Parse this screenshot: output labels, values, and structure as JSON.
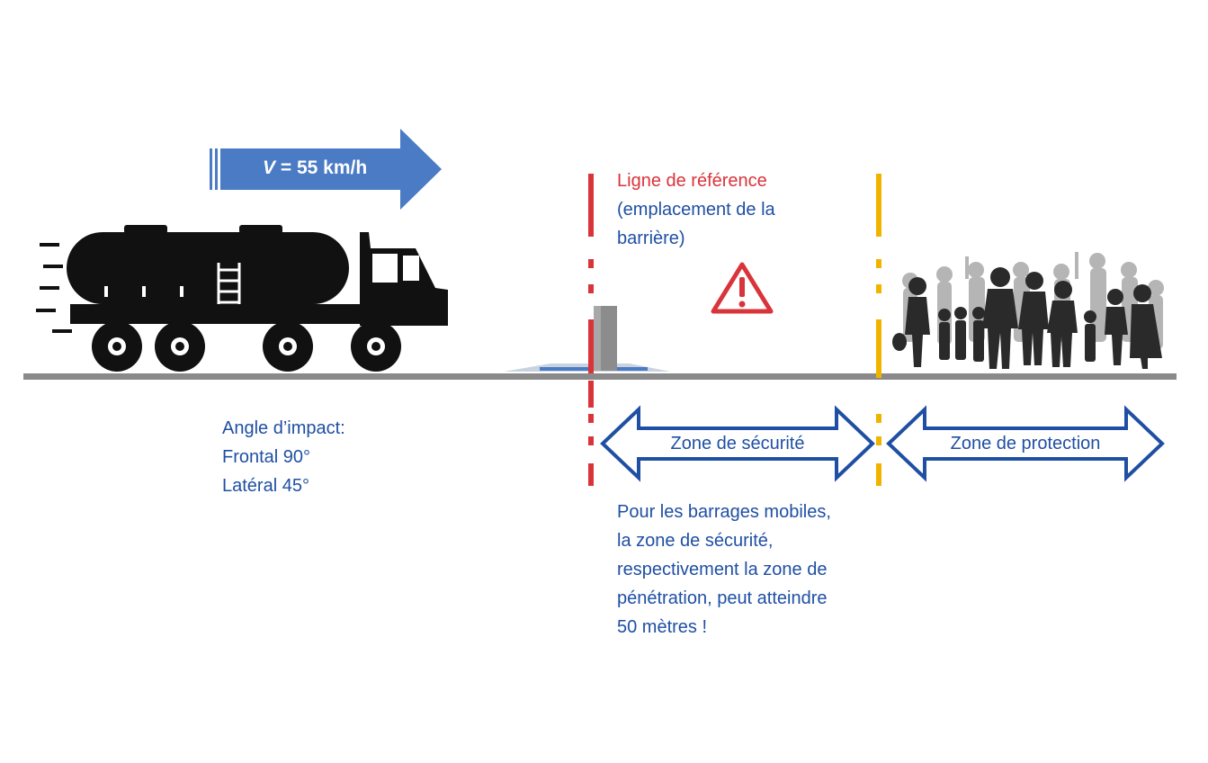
{
  "speed": {
    "label_var": "V",
    "label_rest": " = 55 km/h"
  },
  "reference": {
    "title": "Ligne de référence",
    "line1": "(emplacement de la",
    "line2": "barrière)"
  },
  "impact": {
    "title": "Angle d’impact:",
    "frontal": "Frontal 90°",
    "lateral": "Latéral 45°"
  },
  "zones": {
    "security": "Zone de sécurité",
    "protection": "Zone de protection"
  },
  "note": {
    "lines": [
      "Pour les barrages mobiles,",
      "la zone de sécurité,",
      "respectivement la zone de",
      "pénétration, peut atteindre",
      "50 mètres !"
    ]
  },
  "colors": {
    "blue_text": "#1f4fa3",
    "arrow_fill": "#4a7bc4",
    "reference_line": "#d9343a",
    "zone_line": "#f0b400",
    "ground": "#8a8a8a",
    "warning": "#d9343a"
  },
  "icons": [
    "tanker-truck-icon",
    "warning-icon",
    "bollard-icon",
    "crowd-icon"
  ]
}
